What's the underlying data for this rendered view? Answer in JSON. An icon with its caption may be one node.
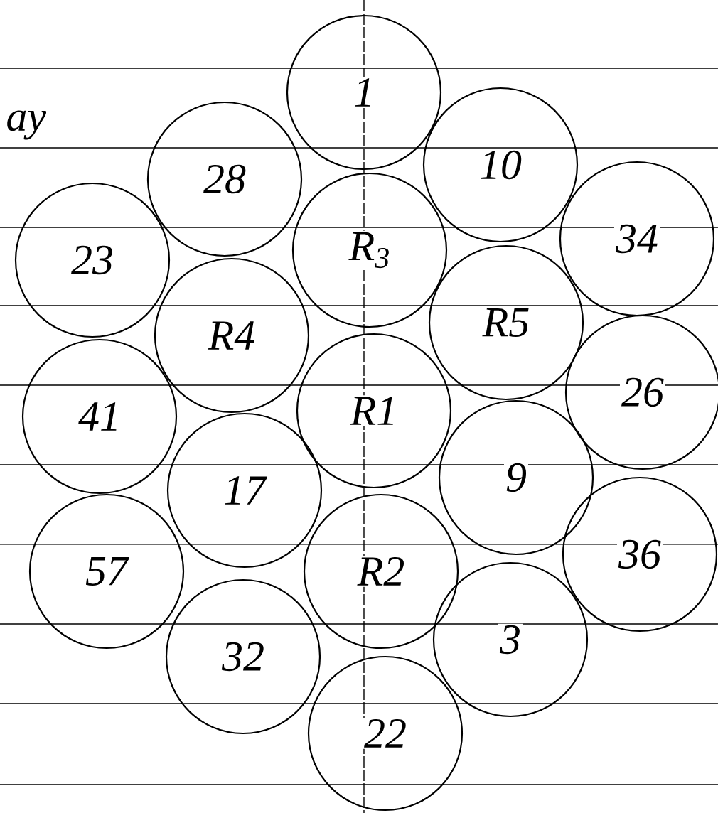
{
  "diagram": {
    "nodes": [
      {
        "text": [
          "1"
        ]
      },
      {
        "text": [
          "28"
        ]
      },
      {
        "text": [
          "10"
        ]
      },
      {
        "text": [
          "23"
        ]
      },
      {
        "text": [
          "R$_{3}$"
        ]
      },
      {
        "text": [
          "34"
        ]
      },
      {
        "text": [
          "R4"
        ]
      },
      {
        "text": [
          "R5"
        ]
      },
      {
        "text": [
          "41"
        ]
      },
      {
        "text": [
          "R1"
        ]
      },
      {
        "text": [
          "26"
        ]
      },
      {
        "text": [
          "17"
        ]
      },
      {
        "text": [
          "9"
        ]
      },
      {
        "text": [
          "57"
        ]
      },
      {
        "text": [
          "R2"
        ]
      },
      {
        "text": [
          "36"
        ]
      },
      {
        "text": [
          "32"
        ]
      },
      {
        "text": [
          "3"
        ]
      },
      {
        "text": [
          "22"
        ]
      }
    ],
    "edges": [],
    "labels": [
      "ay"
    ]
  }
}
